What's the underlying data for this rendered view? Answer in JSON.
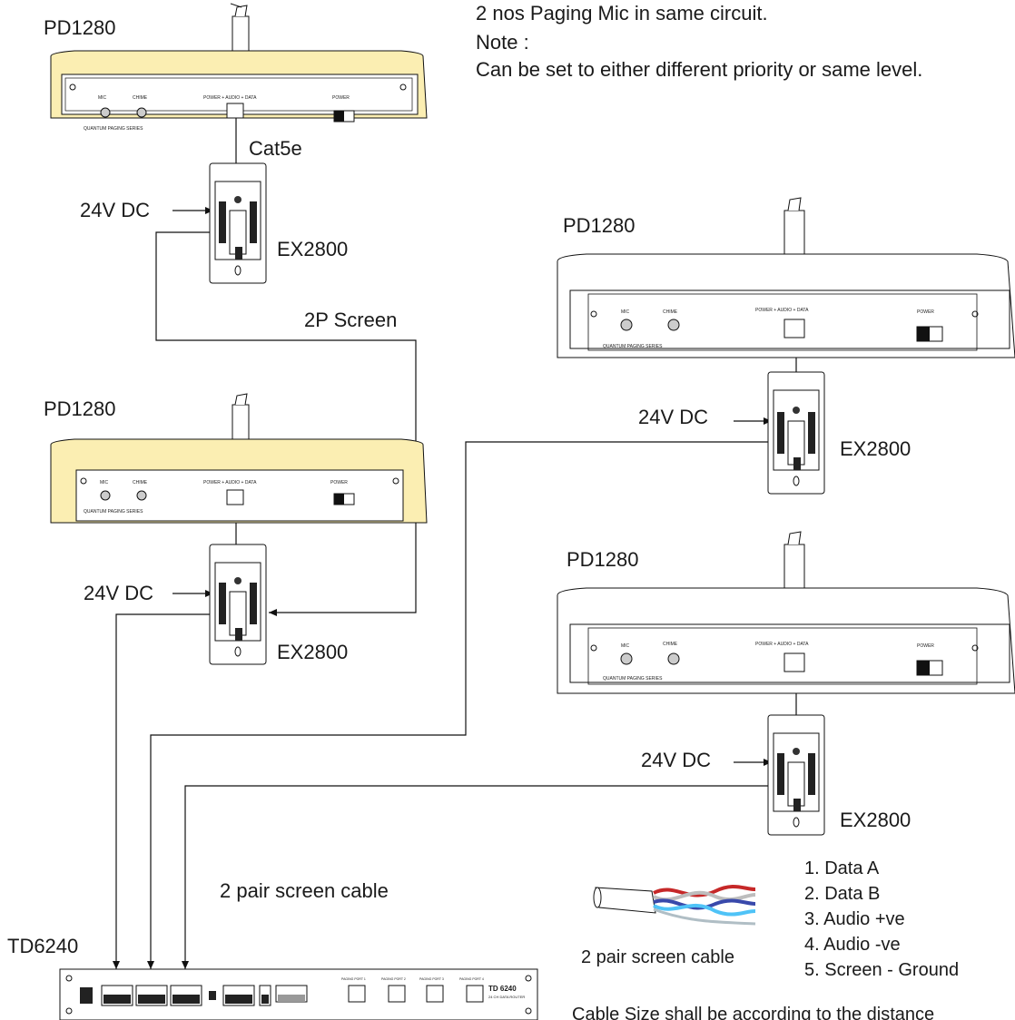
{
  "notes": {
    "line1": "2 nos Paging Mic in same circuit.",
    "line2": "Note :",
    "line3": "Can be set to either different priority or same level.",
    "bottom": "Cable Size shall be according to the distance"
  },
  "labels": {
    "pd1280": "PD1280",
    "ex2800": "EX2800",
    "dc24": "24V DC",
    "cat5e": "Cat5e",
    "screen2p": "2P Screen",
    "cable_mid": "2 pair screen cable",
    "cable_legend": "2 pair screen cable",
    "td6240": "TD6240"
  },
  "paging_console": {
    "mic": "MIC",
    "chime": "CHIME",
    "port": "POWER + AUDIO + DATA",
    "power": "POWER",
    "series": "QUANTUM PAGING SERIES"
  },
  "td6240_panel": {
    "model": "TD 6240",
    "caption": "24 CH DATA ROUTER",
    "ports": [
      "PAGING PORT 1",
      "PAGING PORT 2",
      "PAGING PORT 3",
      "PAGING PORT 4"
    ]
  },
  "cable_legend": {
    "items": [
      "1. Data A",
      "2. Data B",
      "3. Audio +ve",
      "4. Audio -ve",
      "5. Screen - Ground"
    ],
    "wire_colors": [
      "#e53935",
      "#c8c8c8",
      "#3f51b5",
      "#4fc3f7",
      "#b0bec5"
    ]
  }
}
